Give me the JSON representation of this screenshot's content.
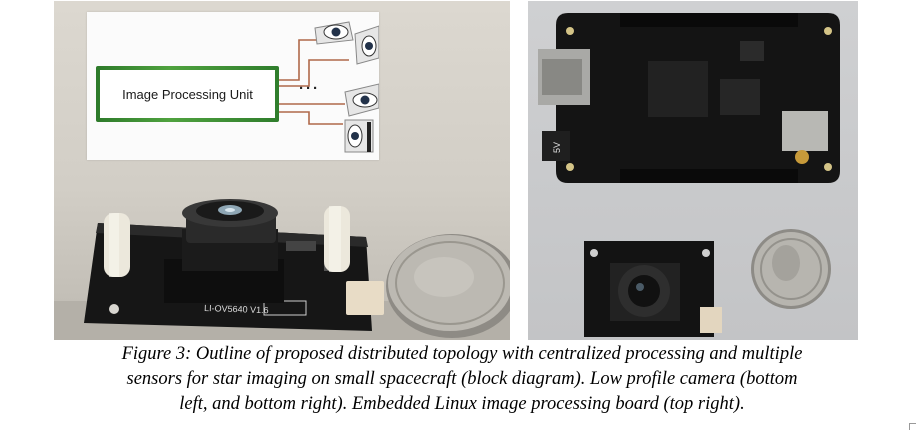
{
  "figure": {
    "caption_lines": [
      "Figure 3: Outline of proposed distributed topology with centralized processing and multiple",
      "sensors for star imaging on small spacecraft (block diagram). Low profile camera (bottom",
      "left, and bottom right).  Embedded Linux image processing board (top right)."
    ]
  },
  "diagram": {
    "block_label": "Image Processing Unit",
    "ellipsis": "···"
  },
  "left_photo": {
    "board_silkscreen": "LI-OV5640  V1.6"
  },
  "right_photo": {
    "power_label": "5V"
  },
  "colors": {
    "block_border_green": "#3f8f35",
    "wire_brown": "#b0694a",
    "pcb_black": "#141414",
    "coin_silver": "#b9b6ae"
  }
}
